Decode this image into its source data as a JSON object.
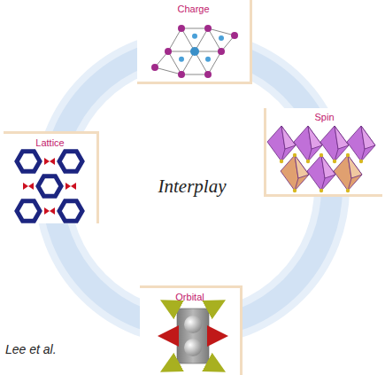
{
  "diagram": {
    "nodes": [
      {
        "text": [
          "Charge"
        ]
      },
      {
        "text": [
          "Spin"
        ]
      },
      {
        "text": [
          "Orbital"
        ]
      },
      {
        "text": [
          "Lattice"
        ]
      }
    ],
    "labels": [
      "Interplay",
      "Lee et al."
    ]
  }
}
